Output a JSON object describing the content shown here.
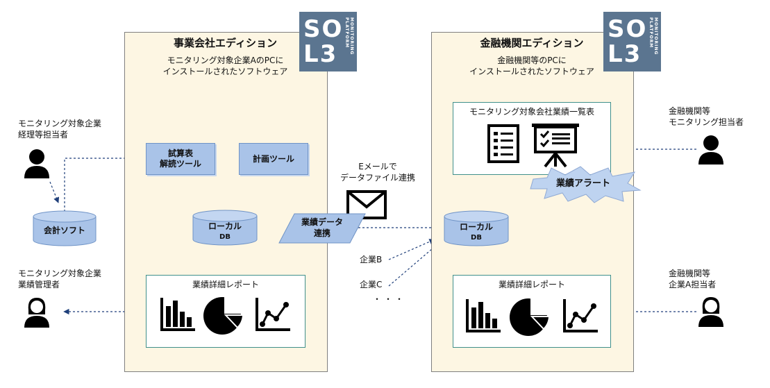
{
  "left_panel": {
    "title": "事業会社エディション",
    "subtitle": "モニタリング対象企業AのPCに\nインストールされたソフトウェア",
    "tool_trial": "試算表\n解読ツール",
    "tool_plan": "計画ツール",
    "db": "ローカル",
    "db_sub": "DB",
    "report_title": "業績詳細レポート"
  },
  "right_panel": {
    "title": "金融機関エディション",
    "subtitle": "金融機関等のPCに\nインストールされたソフトウェア",
    "list_title": "モニタリング対象会社業績一覧表",
    "alert": "業績アラート",
    "db": "ローカル",
    "db_sub": "DB",
    "report_title": "業績詳細レポート"
  },
  "logo": {
    "text_top": "SO",
    "text_bottom": "L3",
    "tagline": "MONITORING PLATFORM"
  },
  "actors": {
    "accounting_person": "モニタリング対象企業\n経理等担当者",
    "performance_manager": "モニタリング対象企業\n業績管理者",
    "bank_monitor": "金融機関等\nモニタリング担当者",
    "bank_companyA": "金融機関等\n企業A担当者"
  },
  "accounting_software": "会計ソフト",
  "email_label": "Eメールで\nデータファイル連携",
  "data_link": "業績データ\n連携",
  "company_b": "企業B",
  "company_c": "企業C",
  "ellipsis": "・・・",
  "colors": {
    "panel_bg": "#fdf6e3",
    "tool_fill": "#a9c3e8",
    "db_fill": "#a9c3e8",
    "logo_bg": "#5b7590",
    "box_border": "#3f8f8a",
    "arrow": "#1f3f7a"
  }
}
